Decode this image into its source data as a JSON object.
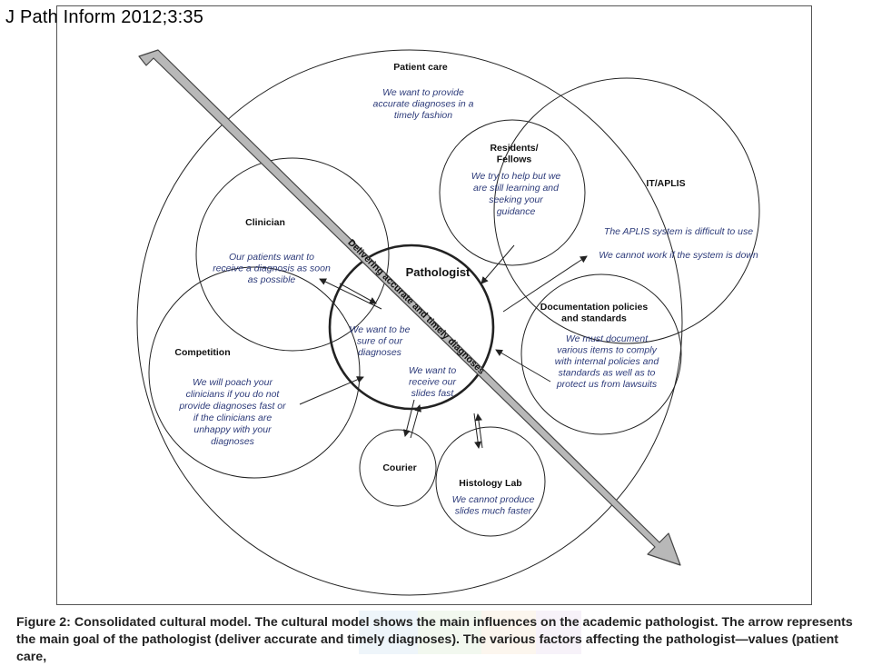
{
  "header": {
    "citation": "J Path Inform 2012;3:35"
  },
  "diagram": {
    "arrow_label": "Delivering accurate and timely diagnoses",
    "nodes": {
      "patient_care": {
        "title": [
          "Patient care"
        ],
        "quote": [
          "We want to provide",
          "accurate diagnoses in a",
          "timely fashion"
        ]
      },
      "residents": {
        "title": [
          "Residents/",
          "Fellows"
        ],
        "quote": [
          "We try to help but we",
          "are still learning and",
          "seeking your",
          "guidance"
        ]
      },
      "it_aplis": {
        "title": [
          "IT/APLIS"
        ],
        "quote": [
          "The APLIS system is difficult to use",
          "",
          "We cannot work if the system is down"
        ]
      },
      "clinician": {
        "title": [
          "Clinician"
        ],
        "quote": [
          "Our patients want to",
          "receive a diagnosis as soon",
          "as possible"
        ]
      },
      "pathologist": {
        "title": [
          "Pathologist"
        ],
        "quote1": [
          "We want to be",
          "sure of our",
          "diagnoses"
        ],
        "quote2": [
          "We want to",
          "receive our",
          "slides fast"
        ]
      },
      "documentation": {
        "title": [
          "Documentation policies",
          "and standards"
        ],
        "quote": [
          "We must document",
          "various items to comply",
          "with internal policies and",
          "standards as well as to",
          "protect us from lawsuits"
        ]
      },
      "competition": {
        "title": [
          "Competition"
        ],
        "quote": [
          "We will poach your",
          "clinicians if you do not",
          "provide diagnoses fast or",
          "if the clinicians are",
          "unhappy with your",
          "diagnoses"
        ]
      },
      "courier": {
        "title": [
          "Courier"
        ]
      },
      "histology": {
        "title": [
          "Histology Lab"
        ],
        "quote": [
          "We cannot produce",
          "slides much faster"
        ]
      }
    },
    "colors": {
      "quote_text": "#2d3b7a",
      "arrow_fill": "#b8b8b8",
      "arrow_stroke": "#444444"
    }
  },
  "caption": {
    "line1": "Figure 2: Consolidated cultural model. The cultural model shows the main influences on the academic pathologist. The arrow represents",
    "line2": "the main goal of the pathologist (deliver accurate and timely diagnoses). The various factors affecting the pathologist—values (patient care,"
  }
}
